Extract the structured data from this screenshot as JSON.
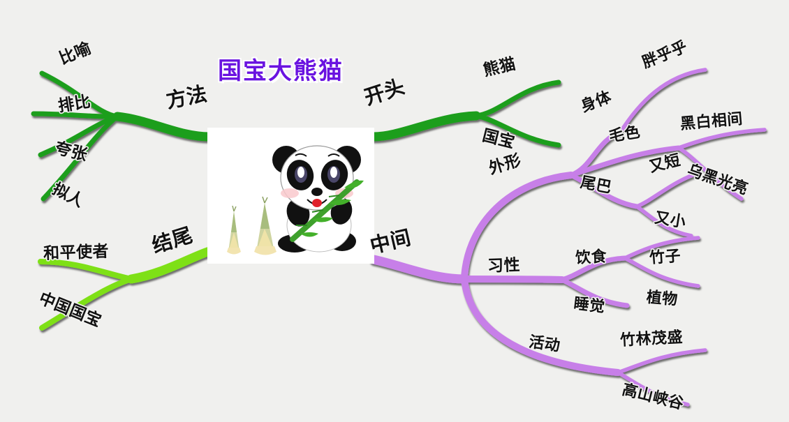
{
  "title": "国宝大熊猫",
  "colors": {
    "background": "#f0f0ee",
    "title_text": "#6a13e0",
    "branch_dark_green": "#1f9e1f",
    "branch_bright_green": "#7ee018",
    "branch_purple": "#c77fe8",
    "node_text": "#111111",
    "image_background": "#ffffff"
  },
  "center_image": {
    "alt": "卡通大熊猫抱竹子与竹笋插图"
  },
  "branches": [
    {
      "id": "fangfa",
      "label": "方法",
      "color": "#1f9e1f",
      "side": "left",
      "children": [
        {
          "label": "比喻"
        },
        {
          "label": "排比"
        },
        {
          "label": "夸张"
        },
        {
          "label": "拟人"
        }
      ]
    },
    {
      "id": "jiewei",
      "label": "结尾",
      "color": "#7ee018",
      "side": "left",
      "children": [
        {
          "label": "和平使者"
        },
        {
          "label": "中国国宝"
        }
      ]
    },
    {
      "id": "kaitou",
      "label": "开头",
      "color": "#1f9e1f",
      "side": "right",
      "children": [
        {
          "label": "熊猫"
        },
        {
          "label": "国宝"
        }
      ]
    },
    {
      "id": "zhongjian",
      "label": "中间",
      "color": "#c77fe8",
      "side": "right",
      "children": [
        {
          "label": "外形",
          "children": [
            {
              "label": "身体",
              "children": [
                {
                  "label": "胖乎乎"
                }
              ]
            },
            {
              "label": "毛色",
              "children": [
                {
                  "label": "黑白相间"
                },
                {
                  "label": "乌黑光亮"
                }
              ]
            },
            {
              "label": "尾巴",
              "children": [
                {
                  "label": "又短"
                },
                {
                  "label": "又小"
                }
              ]
            }
          ]
        },
        {
          "label": "习性",
          "children": [
            {
              "label": "饮食",
              "children": [
                {
                  "label": "竹子"
                },
                {
                  "label": "植物"
                }
              ]
            },
            {
              "label": "睡觉",
              "children": []
            },
            {
              "label": "活动",
              "children": [
                {
                  "label": "竹林茂盛"
                },
                {
                  "label": "高山峡谷"
                }
              ]
            }
          ]
        }
      ]
    }
  ],
  "nodes": {
    "fangfa": "方法",
    "biyu": "比喻",
    "paibi": "排比",
    "kuazhang": "夸张",
    "niren": "拟人",
    "jiewei": "结尾",
    "hepingshizhe": "和平使者",
    "zhongguoguobao": "中国国宝",
    "kaitou": "开头",
    "xiongmao": "熊猫",
    "guobao": "国宝",
    "zhongjian": "中间",
    "waixing": "外形",
    "shenti": "身体",
    "panghuhu": "胖乎乎",
    "maose": "毛色",
    "heibaixiangjian": "黑白相间",
    "wuheiguangliang": "乌黑光亮",
    "weiba": "尾巴",
    "youduan": "又短",
    "youxiao": "又小",
    "xixing": "习性",
    "yinshi": "饮食",
    "zhuzi": "竹子",
    "zhiwu": "植物",
    "shuijiao": "睡觉",
    "huodong": "活动",
    "zhulinmaosheng": "竹林茂盛",
    "gaoshanxiagu": "高山峡谷"
  }
}
